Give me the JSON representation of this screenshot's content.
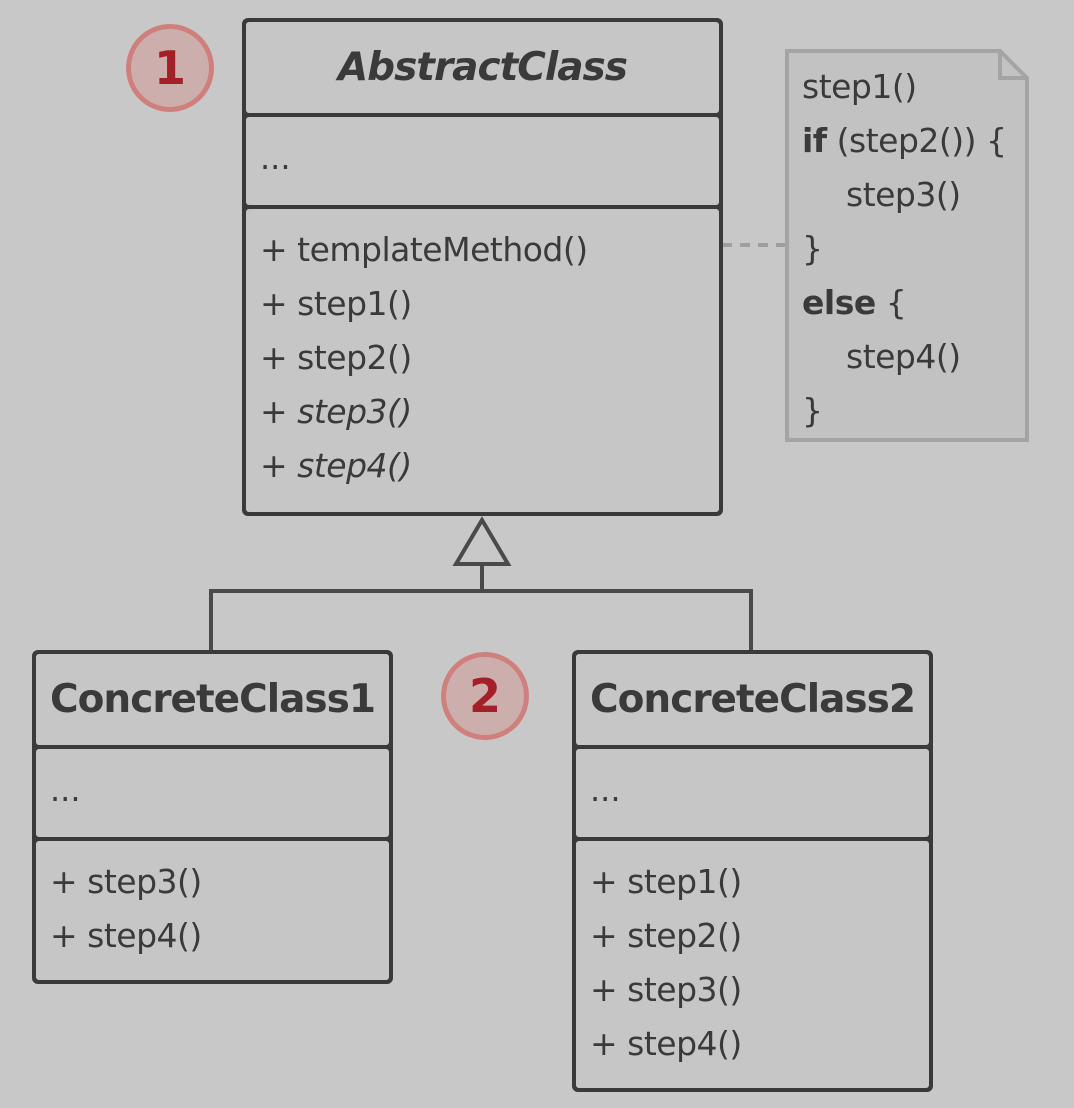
{
  "badges": {
    "one": "1",
    "two": "2"
  },
  "abstract_class": {
    "name": "AbstractClass",
    "fields": "...",
    "methods": [
      {
        "text": "+ templateMethod()",
        "italic": false
      },
      {
        "text": "+ step1()",
        "italic": false
      },
      {
        "text": "+ step2()",
        "italic": false
      },
      {
        "prefix": "+ ",
        "text": "step3()",
        "italic": true
      },
      {
        "prefix": "+ ",
        "text": "step4()",
        "italic": true
      }
    ]
  },
  "concrete_class_1": {
    "name": "ConcreteClass1",
    "fields": "...",
    "methods": [
      "+ step3()",
      "+ step4()"
    ]
  },
  "concrete_class_2": {
    "name": "ConcreteClass2",
    "fields": "...",
    "methods": [
      "+ step1()",
      "+ step2()",
      "+ step3()",
      "+ step4()"
    ]
  },
  "note": {
    "line1": "step1()",
    "line2_kw": "if",
    "line2_rest": " (step2()) {",
    "line3": "step3()",
    "line4": "}",
    "line5_kw": "else",
    "line5_rest": " {",
    "line6": "step4()",
    "line7": "}"
  },
  "colors": {
    "background": "#c8c8c8",
    "box_fill": "#c6c6c6",
    "stroke": "#3a3a3a",
    "note_fill": "#c2c2c2",
    "note_stroke": "#a4a4a4",
    "badge_text": "#a51f28",
    "badge_border": "#d0807c"
  }
}
